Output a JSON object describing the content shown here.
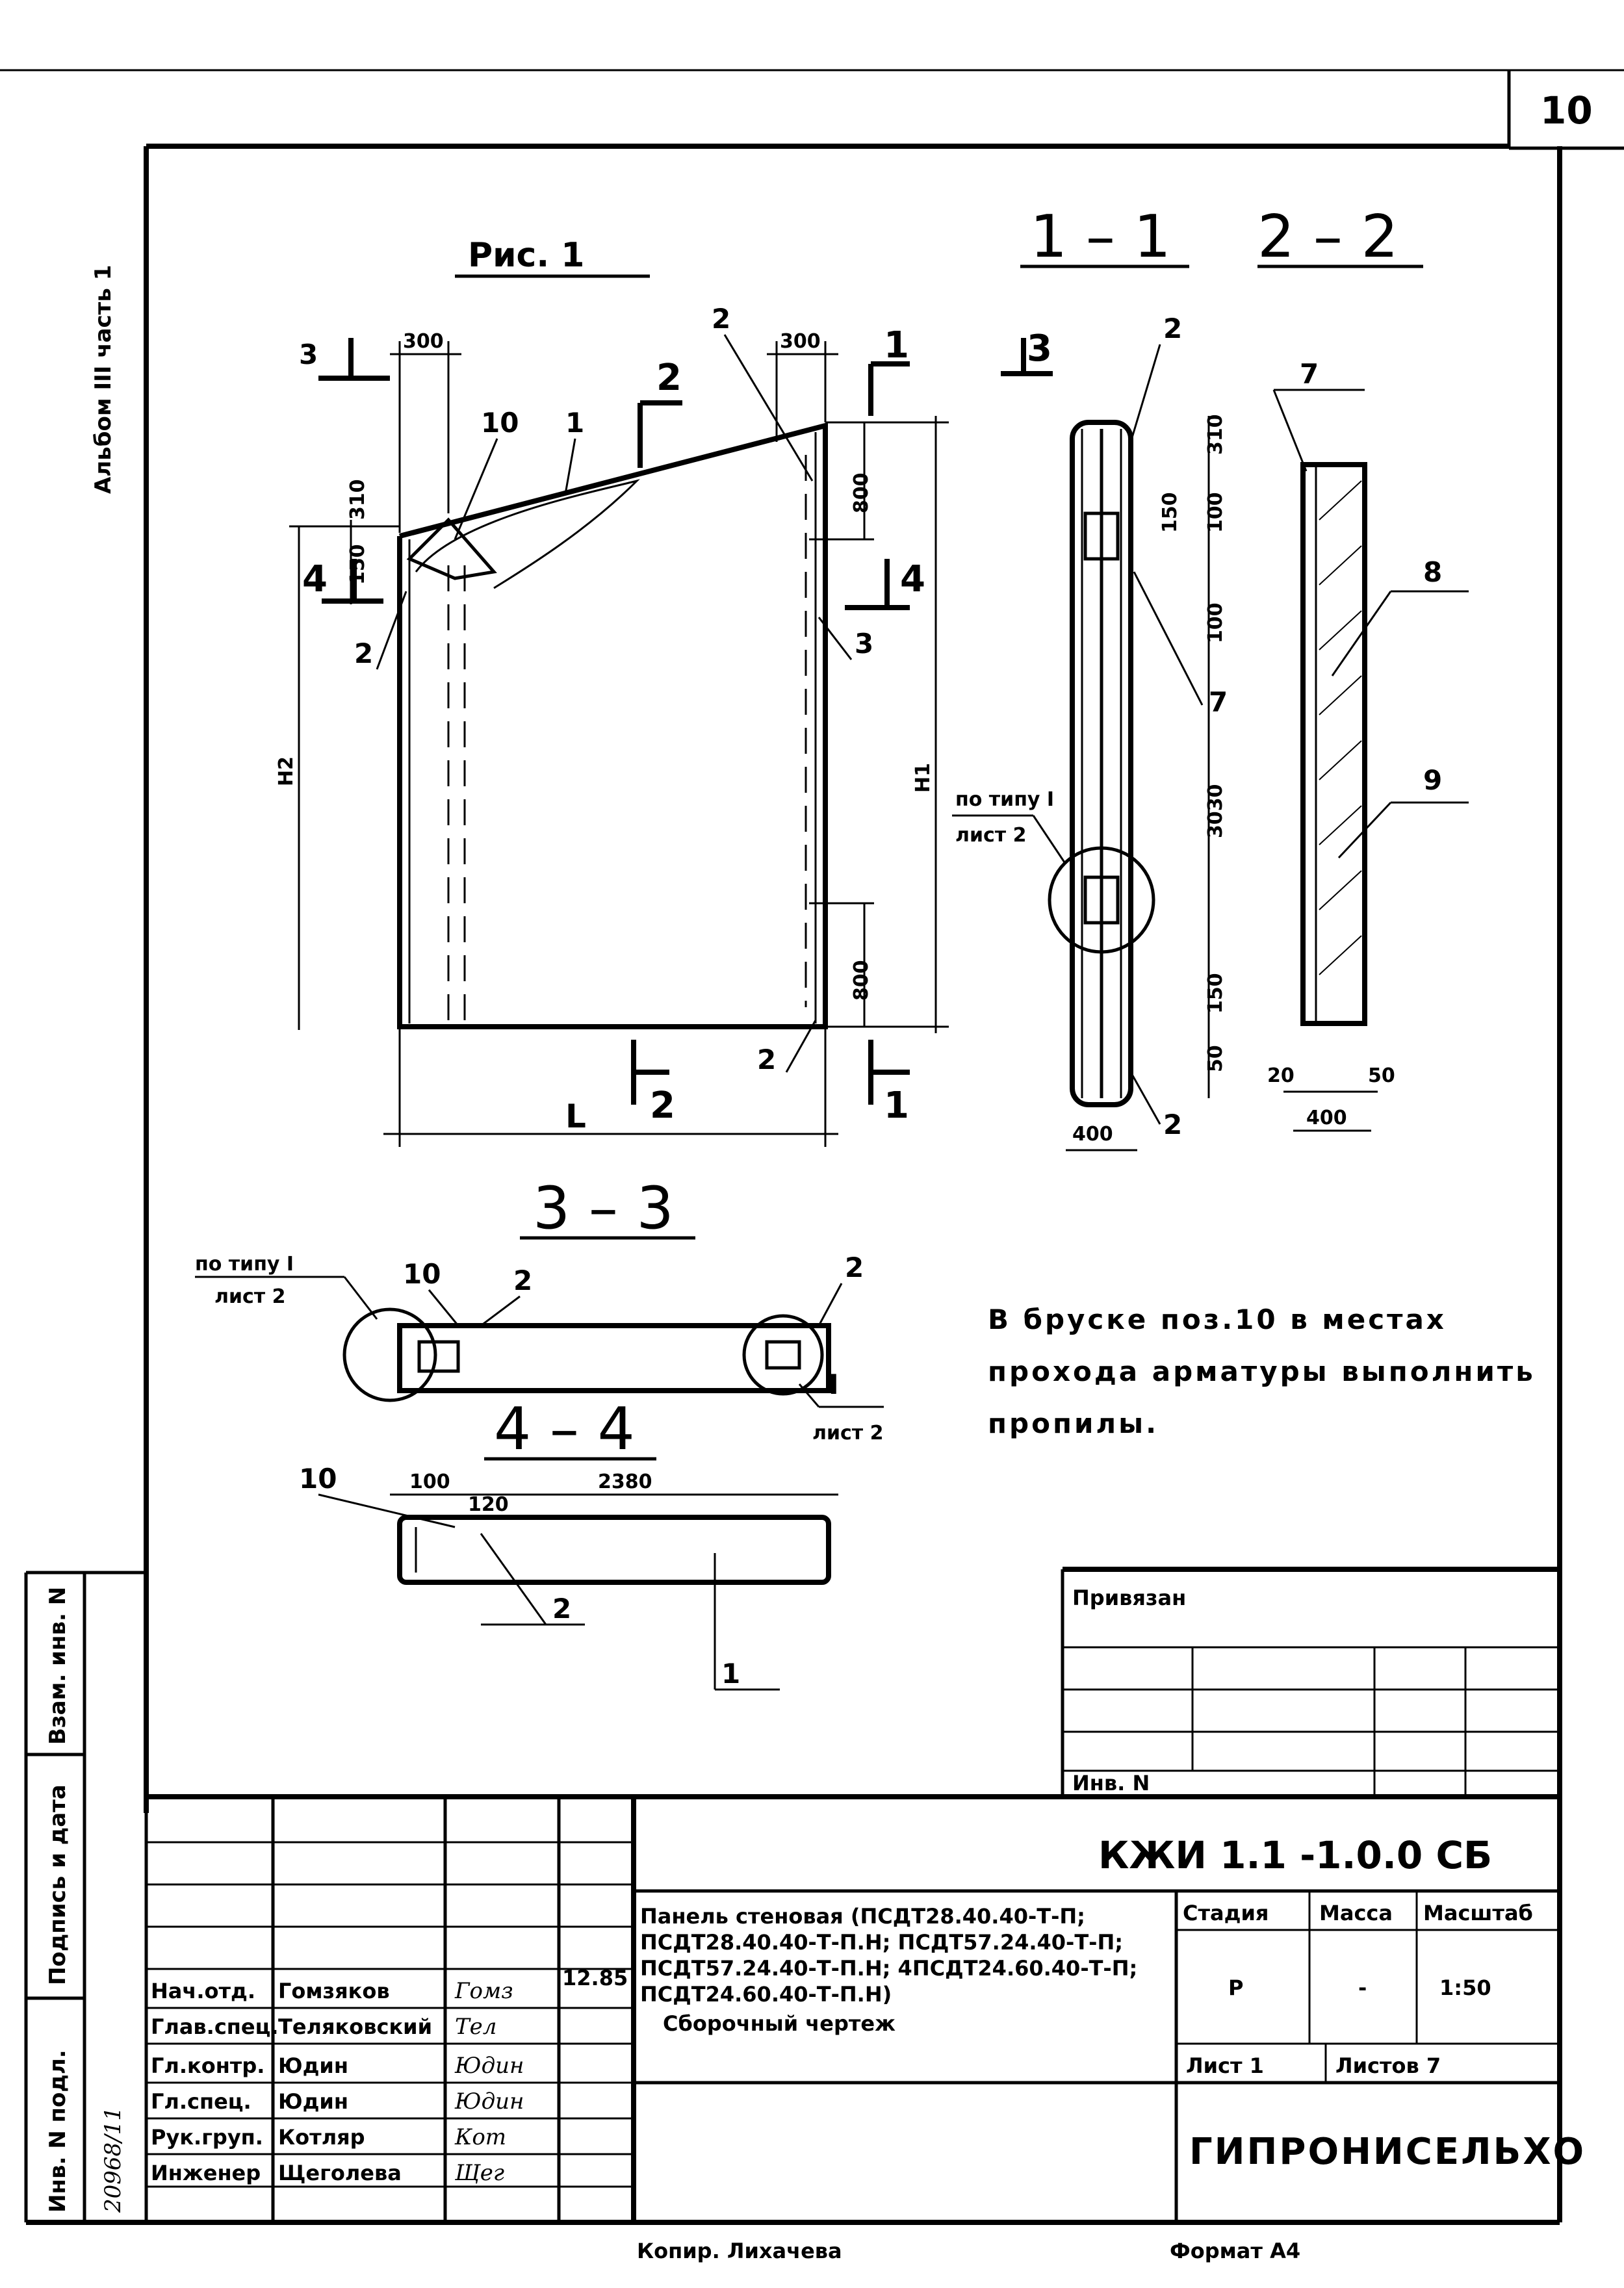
{
  "page_number": "10",
  "side_title": "Альбом III часть 1",
  "drawing": {
    "fig_title": "Рис. 1",
    "section_11": "1 – 1",
    "section_22": "2 – 2",
    "section_33": "3 – 3",
    "section_44": "4 – 4",
    "cut_marks": {
      "c1": "1",
      "c2": "2",
      "c3": "3",
      "c4": "4"
    },
    "dims": {
      "d300": "300",
      "d310": "310",
      "d150": "150",
      "d800": "800",
      "d100": "100",
      "d3030": "3030",
      "d50": "50",
      "d400": "400",
      "d20": "20",
      "d2380": "2380",
      "d120": "120",
      "h1": "H1",
      "h2": "H2",
      "l": "L"
    },
    "callouts": {
      "p1": "1",
      "p2": "2",
      "p3": "3",
      "p7": "7",
      "p8": "8",
      "p9": "9",
      "p10": "10"
    },
    "ref_type": "по типу I",
    "ref_sheet": "лист 2",
    "ref_I": "I",
    "note_line1": "В бруске поз.10 в местах",
    "note_line2": "прохода арматуры выполнить",
    "note_line3": "пропилы."
  },
  "binding": {
    "label": "Привязан",
    "inv": "Инв. N"
  },
  "title_block": {
    "doc_code": "КЖИ 1.1 -1.0.0 СБ",
    "description": [
      "Панель стеновая (ПСДТ28.40.40-Т-П;",
      "ПСДТ28.40.40-Т-П.Н; ПСДТ57.24.40-Т-П;",
      "ПСДТ57.24.40-Т-П.Н; 4ПСДТ24.60.40-Т-П;",
      "ПСДТ24.60.40-Т-П.Н)"
    ],
    "drawing_type": "Сборочный чертеж",
    "stage_label": "Стадия",
    "mass_label": "Масса",
    "scale_label": "Масштаб",
    "stage_value": "Р",
    "mass_value": "-",
    "scale_value": "1:50",
    "sheet_label": "Лист 1",
    "sheets_label": "Листов 7",
    "org": "ГИПРОНИСЕЛЬХО",
    "date": "12.85",
    "roles": [
      {
        "role": "Нач.отд.",
        "name": "Гомзяков",
        "sig": "Гомз"
      },
      {
        "role": "Глав.спец.",
        "name": "Теляковский",
        "sig": "Тел"
      },
      {
        "role": "Гл.контр.",
        "name": "Юдин",
        "sig": "Юдин"
      },
      {
        "role": "Гл.спец.",
        "name": "Юдин",
        "sig": "Юдин"
      },
      {
        "role": "Рук.груп.",
        "name": "Котляр",
        "sig": "Кот"
      },
      {
        "role": "Инженер",
        "name": "Щеголева",
        "sig": "Щег"
      }
    ]
  },
  "left_strip": {
    "vzam": "Взам. инв. N",
    "podpis": "Подпись и дата",
    "inv": "Инв. N подл.",
    "inv_number": "20968/11"
  },
  "footer": {
    "copied": "Копир. Лихачева",
    "format": "Формат А4"
  }
}
